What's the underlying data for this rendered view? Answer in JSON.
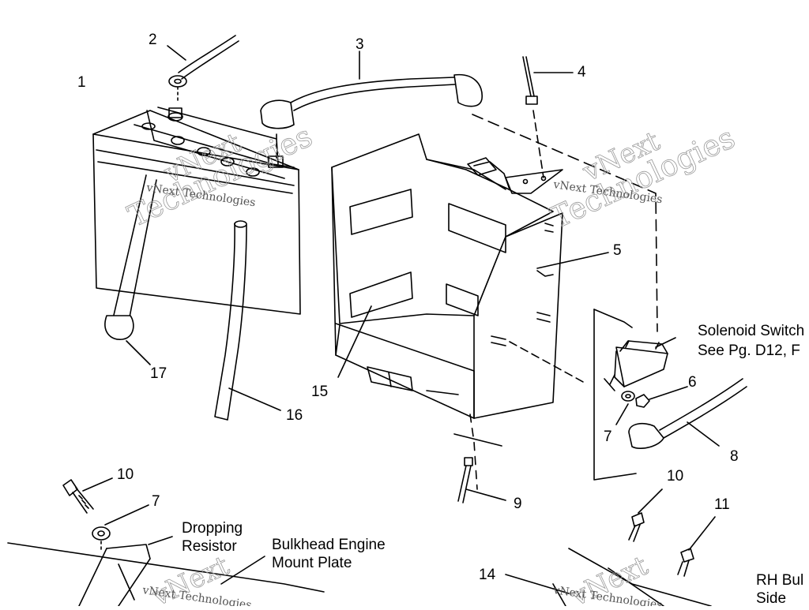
{
  "part_numbers": [
    "1",
    "2",
    "3",
    "4",
    "5",
    "6",
    "7",
    "8",
    "9",
    "10",
    "11",
    "14",
    "15",
    "16",
    "17"
  ],
  "second_instance_numbers": {
    "seven_lower": "7",
    "ten_right": "10"
  },
  "labels": {
    "solenoid_line1": "Solenoid Switch",
    "solenoid_line2": "See Pg. D12, F",
    "dropping_line1": "Dropping",
    "dropping_line2": "Resistor",
    "bulkhead_line1": "Bulkhead Engine",
    "bulkhead_line2": "Mount Plate",
    "rh_line1": "RH Bul",
    "rh_line2": "Side"
  },
  "watermark": {
    "text_line1": "vNext",
    "text_line2": "Technologies",
    "small": "vNext Technologies"
  }
}
